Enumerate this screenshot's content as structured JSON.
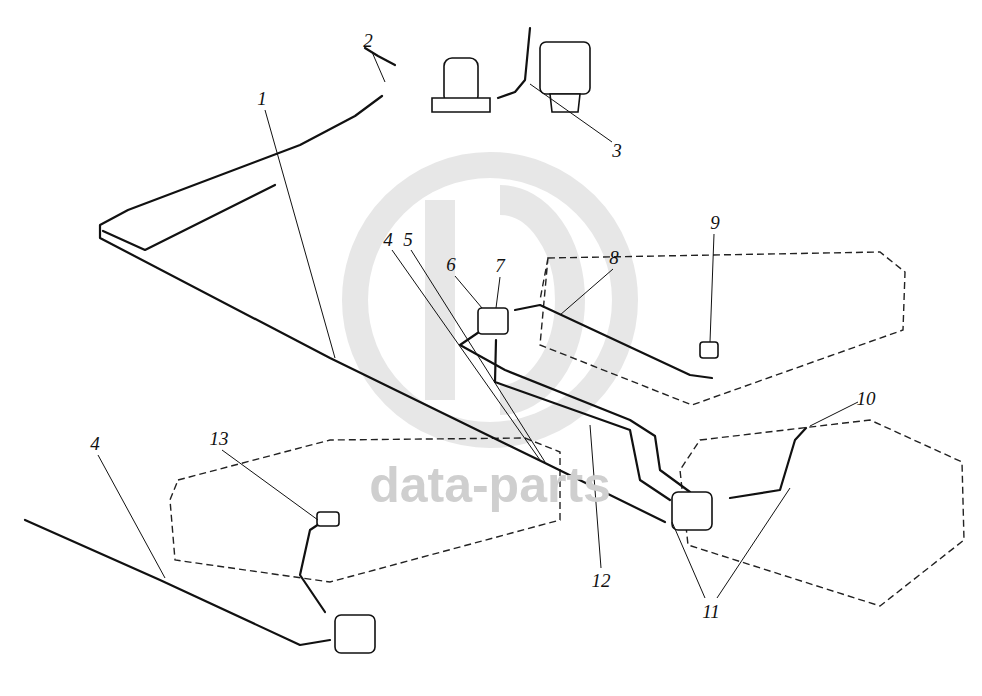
{
  "diagram": {
    "labels": [
      "2",
      "1",
      "3",
      "4",
      "5",
      "6",
      "7",
      "8",
      "9",
      "10",
      "4",
      "13",
      "12",
      "11",
      "data-parts"
    ]
  }
}
